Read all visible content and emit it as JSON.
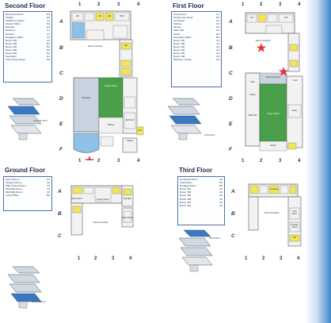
{
  "colors": {
    "wall": "#5a5a5a",
    "corridor": "#c9d3e0",
    "room": "#f2f2f2",
    "highlight_room": "#f3e55a",
    "garden": "#4aa04a",
    "stair_blue": "#8fc1e8",
    "entrance_star": "#d93a3a",
    "edge_blue": "#3f86c8",
    "directory_border": "#4b6fa6"
  },
  "second_floor": {
    "title": "Second Floor",
    "directory": [
      {
        "name": "Bell Choir Room",
        "code": "D4"
      },
      {
        "name": "Chapel",
        "code": "E4"
      },
      {
        "name": "Children's Library",
        "code": "F1"
      },
      {
        "name": "Church Office",
        "code": "B4"
      },
      {
        "name": "Elevator",
        "code": "E4"
      },
      {
        "name": "Entrance",
        "code": "F1"
      },
      {
        "name": "Narthex",
        "code": "F1"
      },
      {
        "name": "Programs Office",
        "code": "A3"
      },
      {
        "name": "Room 201",
        "code": "A1"
      },
      {
        "name": "Room 202",
        "code": "B1"
      },
      {
        "name": "Room 203",
        "code": "B2"
      },
      {
        "name": "Room 205",
        "code": "B2"
      },
      {
        "name": "Room 220",
        "code": "E4"
      },
      {
        "name": "Sanctuary",
        "code": "E1"
      },
      {
        "name": "Tree House Room",
        "code": "E4"
      }
    ],
    "columns": [
      "1",
      "2",
      "3",
      "4"
    ],
    "rows": [
      "A",
      "B",
      "C",
      "D",
      "E",
      "F"
    ],
    "rooms": {
      "courtyard": "Interior Courtyard",
      "sanctuary": "Sanctuary",
      "garden": "Prayer Garden",
      "chapel": "Chapel",
      "r201": "201",
      "r202": "202",
      "r203": "203",
      "r220": "220",
      "office": "Office",
      "narthex": "Narthex",
      "elevator": "Elev",
      "bell": "Bell Choir"
    },
    "iso_caption": "Second Floor"
  },
  "first_floor": {
    "title": "First Floor",
    "directory": [
      {
        "name": "Choir Room",
        "code": "C1"
      },
      {
        "name": "Conference Room",
        "code": "D4"
      },
      {
        "name": "Courtyard",
        "code": "C2"
      },
      {
        "name": "Kitchen",
        "code": "F3"
      },
      {
        "name": "Library",
        "code": "C1"
      },
      {
        "name": "Main Hall",
        "code": "D1"
      },
      {
        "name": "Parlor",
        "code": "E4"
      },
      {
        "name": "Preschool Office",
        "code": "B4"
      },
      {
        "name": "Room 101",
        "code": "A1"
      },
      {
        "name": "Room 102",
        "code": "A1"
      },
      {
        "name": "Room 103",
        "code": "A2"
      },
      {
        "name": "Room 104",
        "code": "A2"
      },
      {
        "name": "Room 105",
        "code": "A3"
      },
      {
        "name": "Room 106",
        "code": "A4"
      },
      {
        "name": "Welcome Center",
        "code": "C3"
      }
    ],
    "columns": [
      "1",
      "2",
      "3",
      "4"
    ],
    "rows": [
      "A",
      "B",
      "C",
      "D",
      "E",
      "F"
    ],
    "rooms": {
      "courtyard": "Interior Courtyard",
      "main_hall": "Main Hall",
      "garden": "Prayer Garden",
      "welcome": "Welcome Center",
      "kitchen": "Kitchen",
      "parlor": "Parlor",
      "choir": "Choir",
      "library": "Library",
      "r101": "101",
      "r106": "106",
      "conference": "Conf."
    },
    "iso_caption": "First Floor"
  },
  "ground_floor": {
    "title": "Ground Floor",
    "directory": [
      {
        "name": "Game Room",
        "code": "C4"
      },
      {
        "name": "Gregory Room",
        "code": "A3"
      },
      {
        "name": "High School Room",
        "code": "A1"
      },
      {
        "name": "Mid-High Room",
        "code": "A4"
      },
      {
        "name": "Mid-High Room",
        "code": "A3"
      },
      {
        "name": "Youth Office",
        "code": "B2"
      }
    ],
    "columns": [
      "1",
      "2",
      "3",
      "4"
    ],
    "rows": [
      "A",
      "B",
      "C"
    ],
    "rooms": {
      "gregory": "Gregory Room",
      "courtyard": "Interior Courtyard",
      "game": "Game Room",
      "highschool": "High School",
      "midhigh": "Mid-High"
    },
    "iso_caption": "Ground Floor"
  },
  "third_floor": {
    "title": "Third Floor",
    "directory": [
      {
        "name": "Computer Room",
        "code": "A3"
      },
      {
        "name": "Craft Room",
        "code": "B4"
      },
      {
        "name": "Heritage Room",
        "code": "B4"
      },
      {
        "name": "Room 301",
        "code": "A1"
      },
      {
        "name": "Room 302",
        "code": "A2"
      },
      {
        "name": "Room 303",
        "code": "A3"
      },
      {
        "name": "Room 305",
        "code": "A3"
      },
      {
        "name": "Room 307",
        "code": "A4"
      },
      {
        "name": "Room 310",
        "code": "C4"
      }
    ],
    "columns": [
      "1",
      "2",
      "3",
      "4"
    ],
    "rows": [
      "A",
      "B",
      "C"
    ],
    "rooms": {
      "courtyard": "Interior Courtyard",
      "craft": "Craft Room",
      "heritage": "Heritage Room",
      "r310": "310",
      "computer": "Computer"
    },
    "iso_caption": "Third Floor"
  }
}
